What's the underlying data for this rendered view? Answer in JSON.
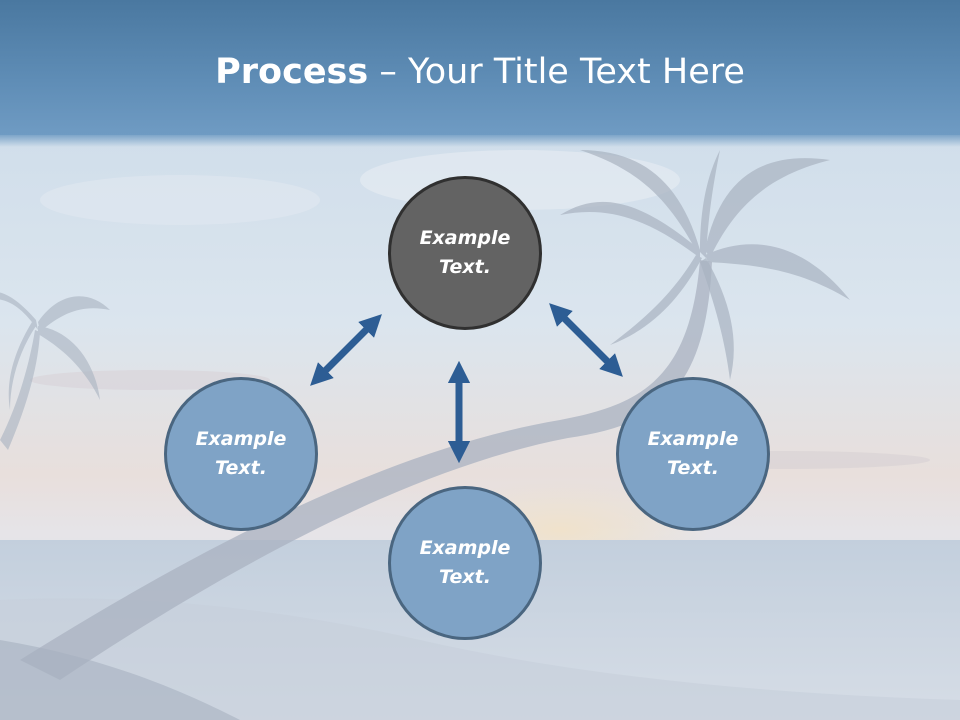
{
  "title": {
    "bold": "Process",
    "dash": " – ",
    "rest": "Your Title Text Here"
  },
  "nodes": {
    "top": {
      "text": "Example Text."
    },
    "left": {
      "text": "Example Text."
    },
    "right": {
      "text": "Example Text."
    },
    "bottom": {
      "text": "Example Text."
    }
  },
  "colors": {
    "title_bar": "#5f8db6",
    "node_blue": "#7fa3c6",
    "node_dark": "#636363",
    "arrow": "#2d5d94"
  }
}
